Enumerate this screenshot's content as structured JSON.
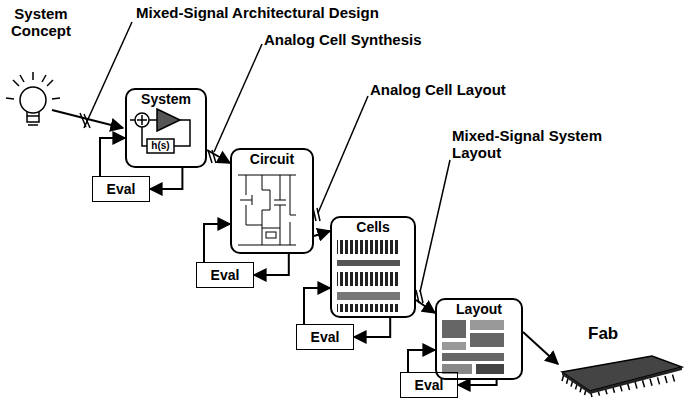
{
  "diagram": {
    "nodes": [
      {
        "text": [
          "System"
        ]
      },
      {
        "text": [
          "Eval"
        ]
      },
      {
        "text": [
          "Circuit"
        ]
      },
      {
        "text": [
          "Eval"
        ]
      },
      {
        "text": [
          "Cells"
        ]
      },
      {
        "text": [
          "Eval"
        ]
      },
      {
        "text": [
          "Layout"
        ]
      },
      {
        "text": [
          "Eval"
        ]
      },
      {
        "text": [
          "Fab"
        ]
      }
    ],
    "edges": [
      {
        "from": 0,
        "to": 2,
        "arrow": "to"
      },
      {
        "from": 0,
        "to": 1,
        "arrow": "to"
      },
      {
        "from": 1,
        "to": 0,
        "arrow": "to"
      },
      {
        "from": 2,
        "to": 4,
        "arrow": "to"
      },
      {
        "from": 2,
        "to": 3,
        "arrow": "to"
      },
      {
        "from": 3,
        "to": 2,
        "arrow": "to"
      },
      {
        "from": 4,
        "to": 6,
        "arrow": "to"
      },
      {
        "from": 4,
        "to": 5,
        "arrow": "to"
      },
      {
        "from": 5,
        "to": 4,
        "arrow": "to"
      },
      {
        "from": 6,
        "to": 8,
        "arrow": "to"
      },
      {
        "from": 6,
        "to": 7,
        "arrow": "to"
      },
      {
        "from": 7,
        "to": 6,
        "arrow": "to"
      }
    ],
    "labels": [
      "System Concept",
      "Mixed-Signal Architectural Design",
      "Analog Cell Synthesis",
      "Analog Cell Layout",
      "Mixed-Signal System Layout",
      "h(s)"
    ]
  }
}
